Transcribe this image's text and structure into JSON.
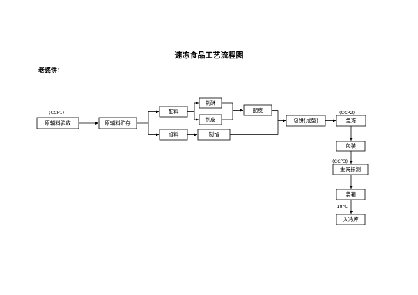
{
  "document": {
    "title": "速冻食品工艺流程图",
    "product": "老婆饼："
  },
  "flow": {
    "raw_receive": "原辅料验收",
    "raw_storage": "原辅料贮存",
    "mix": "配料",
    "filling": "馅料",
    "puff": "制酥",
    "skin": "制皮",
    "pair_skin": "配皮",
    "make_filling": "制馅",
    "wrap": "包饼(成型)",
    "freeze": "急冻",
    "pack": "包装",
    "metal_detect": "金属探测",
    "case": "装箱",
    "cold_store": "入冷库"
  },
  "labels": {
    "ccp1": "(CCP1)",
    "ccp2": "(CCP2)",
    "ccp3": "(CCP3)",
    "temperature": "-18℃"
  },
  "colors": {
    "line": "#000000",
    "background": "#ffffff"
  }
}
